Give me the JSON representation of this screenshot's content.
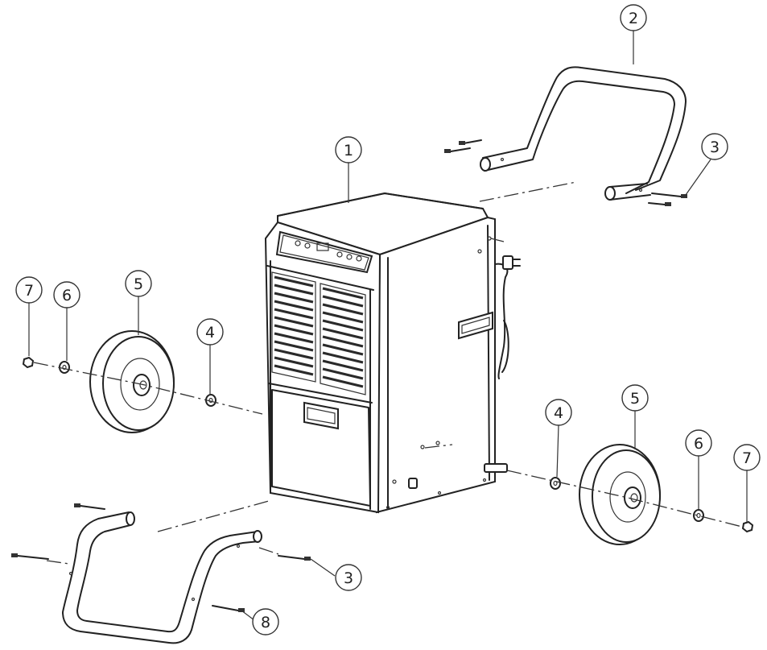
{
  "callouts": [
    {
      "id": "c1",
      "label": "1"
    },
    {
      "id": "c2",
      "label": "2"
    },
    {
      "id": "c3a",
      "label": "3"
    },
    {
      "id": "c3b",
      "label": "3"
    },
    {
      "id": "c4a",
      "label": "4"
    },
    {
      "id": "c4b",
      "label": "4"
    },
    {
      "id": "c5a",
      "label": "5"
    },
    {
      "id": "c5b",
      "label": "5"
    },
    {
      "id": "c6a",
      "label": "6"
    },
    {
      "id": "c6b",
      "label": "6"
    },
    {
      "id": "c7a",
      "label": "7"
    },
    {
      "id": "c7b",
      "label": "7"
    },
    {
      "id": "c8",
      "label": "8"
    }
  ],
  "colors": {
    "line": "#222222",
    "background": "#ffffff"
  }
}
